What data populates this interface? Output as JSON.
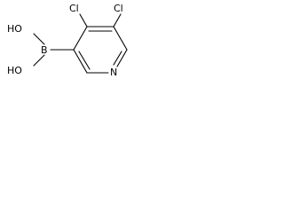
{
  "molecule": {
    "atoms": {
      "cl_left": "Cl",
      "cl_right": "Cl",
      "boron": "B",
      "hydroxyl_top": "HO",
      "hydroxyl_bottom": "HO",
      "nitrogen": "N"
    }
  }
}
